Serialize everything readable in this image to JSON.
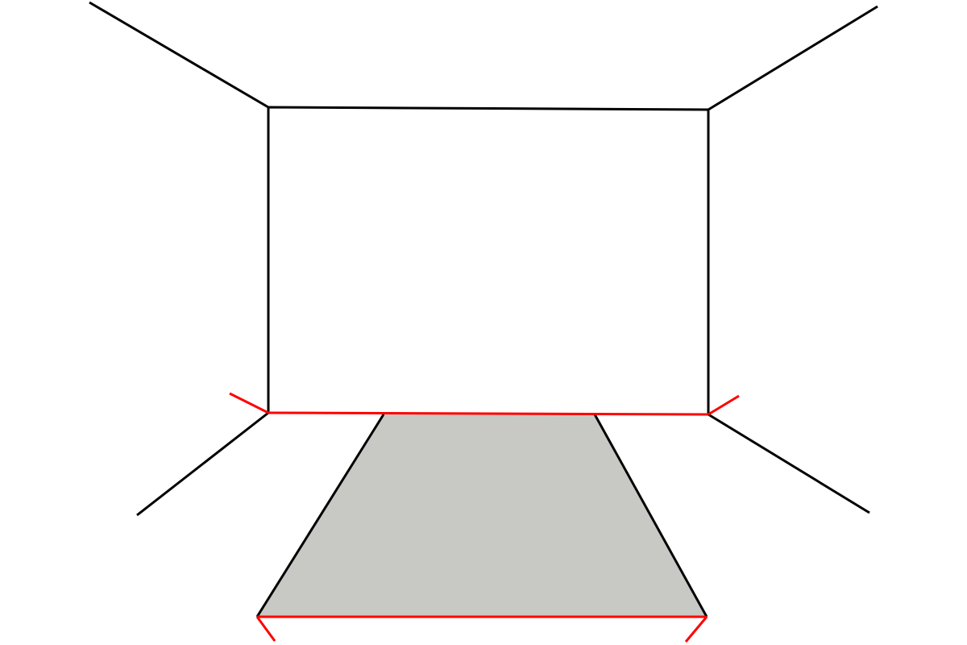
{
  "diagram": {
    "type": "one-point-perspective-room",
    "background": "#ffffff",
    "colors": {
      "line": "#000000",
      "highlight": "#ff0000",
      "rug_fill": "#c8c8c4"
    },
    "parts": [
      "back-wall",
      "ceiling-edges",
      "floor-edges",
      "rug",
      "measurement-markers"
    ]
  }
}
